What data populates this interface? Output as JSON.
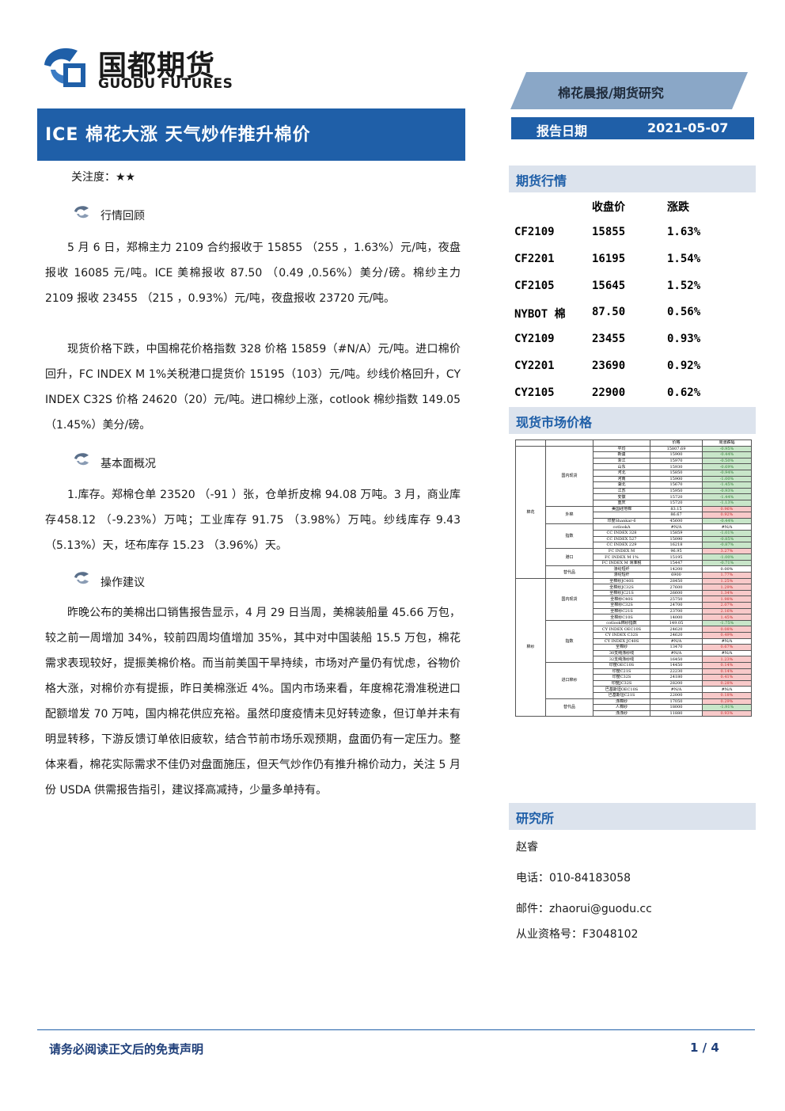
{
  "logo": {
    "cn": "国都期货",
    "en": "GUODU FUTURES"
  },
  "header": {
    "series": "棉花晨报/期货研究",
    "date_label": "报告日期",
    "date": "2021-05-07"
  },
  "title": "ICE 棉花大涨 天气炒作推升棉价",
  "attention": "关注度：★★",
  "sections": [
    {
      "heading": "行情回顾",
      "paragraphs": [
        "5 月 6 日，郑棉主力 2109 合约报收于 15855 （255 ，1.63%）元/吨，夜盘报收 16085 元/吨。ICE 美棉报收 87.50 （0.49 ,0.56%）美分/磅。棉纱主力 2109 报收 23455 （215 ，0.93%）元/吨，夜盘报收 23720 元/吨。",
        "现货价格下跌，中国棉花价格指数 328 价格 15859（#N/A）元/吨。进口棉价回升，FC INDEX M 1%关税港口提货价 15195（103）元/吨。纱线价格回升，CY INDEX C32S 价格 24620（20）元/吨。进口棉纱上涨，cotlook 棉纱指数 149.05（1.45%）美分/磅。"
      ]
    },
    {
      "heading": "基本面概况",
      "paragraphs": [
        "1.库存。郑棉仓单 23520 （-91 ）张，仓单折皮棉 94.08 万吨。3 月，商业库存458.12 （-9.23%）万吨；工业库存 91.75 （3.98%）万吨。纱线库存 9.43 （5.13%）天，坯布库存 15.23 （3.96%）天。"
      ]
    },
    {
      "heading": "操作建议",
      "paragraphs": [
        "昨晚公布的美棉出口销售报告显示，4 月 29 日当周，美棉装船量 45.66 万包，较之前一周增加 34%，较前四周均值增加 35%，其中对中国装船 15.5 万包，棉花需求表现较好，提振美棉价格。而当前美国干旱持续，市场对产量仍有忧虑，谷物价格大涨，对棉价亦有提振，昨日美棉涨近 4%。国内市场来看，年度棉花滑准税进口配额增发 70 万吨，国内棉花供应充裕。虽然印度疫情未见好转迹象，但订单并未有明显转移，下游反馈订单依旧疲软，结合节前市场乐观预期，盘面仍有一定压力。整体来看，棉花实际需求不佳仍对盘面施压，但天气炒作仍有推升棉价动力，关注 5 月份 USDA 供需报告指引，建议择高减持，少量多单持有。"
      ]
    }
  ],
  "futures": {
    "heading": "期货行情",
    "col_price": "收盘价",
    "col_change": "涨跌",
    "rows": [
      {
        "name": "CF2109",
        "price": "15855",
        "change": "1.63%"
      },
      {
        "name": "CF2201",
        "price": "16195",
        "change": "1.54%"
      },
      {
        "name": "CF2105",
        "price": "15645",
        "change": "1.52%"
      },
      {
        "name": "NYBOT 棉",
        "price": "87.50",
        "change": "0.56%"
      },
      {
        "name": "CY2109",
        "price": "23455",
        "change": "0.93%"
      },
      {
        "name": "CY2201",
        "price": "23690",
        "change": "0.92%"
      },
      {
        "name": "CY2105",
        "price": "22900",
        "change": "0.62%"
      }
    ]
  },
  "spot": {
    "heading": "现货市场价格",
    "header": [
      "价格",
      "周涨跌幅"
    ],
    "groups": [
      {
        "name": "棉花",
        "subgroups": [
          {
            "name": "国内现货",
            "rows": [
              [
                "平均",
                "15807.69",
                "-0.95%",
                "g"
              ],
              [
                "新疆",
                "15900",
                "-0.44%",
                "g"
              ],
              [
                "浙江",
                "15970",
                "-0.50%",
                "g"
              ],
              [
                "山东",
                "15930",
                "-0.69%",
                "g"
              ],
              [
                "河北",
                "15850",
                "-0.94%",
                "g"
              ],
              [
                "河南",
                "15900",
                "-1.00%",
                "g"
              ],
              [
                "湖北",
                "15670",
                "-1.45%",
                "g"
              ],
              [
                "江苏",
                "15950",
                "-0.93%",
                "g"
              ],
              [
                "安徽",
                "15720",
                "-1.44%",
                "g"
              ],
              [
                "重庆",
                "15720",
                "-1.13%",
                "g"
              ]
            ]
          },
          {
            "name": "外棉",
            "rows": [
              [
                "美国硅地棉",
                "83.15",
                "0.96%",
                "r"
              ],
              [
                "",
                "86.67",
                "0.92%",
                "r"
              ],
              [
                "印度Shankar-6",
                "45600",
                "-0.44%",
                "g"
              ]
            ]
          },
          {
            "name": "指数",
            "rows": [
              [
                "cotlookA",
                "#N/A",
                "#N/A",
                ""
              ],
              [
                "CC INDEX 328",
                "15859",
                "-1.01%",
                "g"
              ],
              [
                "CC INDEX 527",
                "15090",
                "-0.85%",
                "g"
              ],
              [
                "CC INDEX 229",
                "16218",
                "-0.87%",
                "g"
              ]
            ]
          },
          {
            "name": "港口",
            "rows": [
              [
                "FC INDEX M",
                "96.95",
                "3.27%",
                "r"
              ],
              [
                "FC INDEX M 1%",
                "15195",
                "-1.00%",
                "g"
              ],
              [
                "FC INDEX M 滑准税",
                "15447",
                "-0.71%",
                "g"
              ]
            ]
          },
          {
            "name": "替代品",
            "rows": [
              [
                "涤纶短纤",
                "14200",
                "0.00%",
                ""
              ],
              [
                "涤纶短纤",
                "6900",
                "1.77%",
                "r"
              ]
            ]
          }
        ]
      },
      {
        "name": "棉纱",
        "subgroups": [
          {
            "name": "国内现货",
            "rows": [
              [
                "全棉纱JC40S",
                "28450",
                "1.25%",
                "r"
              ],
              [
                "全棉纱JC32S",
                "27600",
                "1.29%",
                "r"
              ],
              [
                "全棉纱JC21S",
                "26600",
                "1.34%",
                "r"
              ],
              [
                "全棉纱C40S",
                "25750",
                "1.98%",
                "r"
              ],
              [
                "全棉纱C32S",
                "24700",
                "2.07%",
                "r"
              ],
              [
                "全棉纱C21S",
                "23700",
                "2.16%",
                "r"
              ],
              [
                "全棉纱C10S",
                "14000",
                "1.45%",
                "r"
              ]
            ]
          },
          {
            "name": "指数",
            "rows": [
              [
                "cotlook棉纱指数",
                "149.05",
                "-1.75%",
                "g"
              ],
              [
                "CY INDEX OEC10S",
                "24620",
                "0.08%",
                "r"
              ],
              [
                "CY INDEX C32S",
                "24620",
                "0.49%",
                "r"
              ],
              [
                "CY INDEX JC40S",
                "#N/A",
                "#N/A",
                ""
              ],
              [
                "全棉纱",
                "13470",
                "0.67%",
                "r"
              ],
              [
                "30支纯涤纱线",
                "#N/A",
                "#N/A",
                ""
              ],
              [
                "32支纯涤纱线",
                "16450",
                "1.23%",
                "r"
              ]
            ]
          },
          {
            "name": "进口棉纱",
            "rows": [
              [
                "印度OEC10S",
                "14450",
                "0.14%",
                "r"
              ],
              [
                "印度C21S",
                "22230",
                "0.14%",
                "r"
              ],
              [
                "印度C32S",
                "24180",
                "0.41%",
                "r"
              ],
              [
                "印度JC32S",
                "28200",
                "0.28%",
                "r"
              ],
              [
                "巴基斯坦OEC10S",
                "#N/A",
                "#N/A",
                ""
              ],
              [
                "巴基斯坦C21S",
                "22000",
                "0.18%",
                "r"
              ]
            ]
          },
          {
            "name": "替代品",
            "rows": [
              [
                "涤棉纱",
                "17050",
                "0.29%",
                "r"
              ],
              [
                "人棉纱",
                "18000",
                "-1.91%",
                "g"
              ],
              [
                "涤涤纱",
                "11880",
                "0.93%",
                "r"
              ]
            ]
          }
        ]
      }
    ]
  },
  "research": {
    "heading": "研究所",
    "name": "赵睿",
    "phone": "电话：010-84183058",
    "email": "邮件：zhaorui@guodu.cc",
    "license": "从业资格号：F3048102"
  },
  "footer": {
    "disclaimer": "请务必阅读正文后的免责声明",
    "page": "1 / 4"
  },
  "colors": {
    "brand_blue": "#1f5fa8",
    "band": "#8aa7c7",
    "panel": "#dce3ed",
    "up": "#c62828",
    "down": "#2e7d32"
  }
}
